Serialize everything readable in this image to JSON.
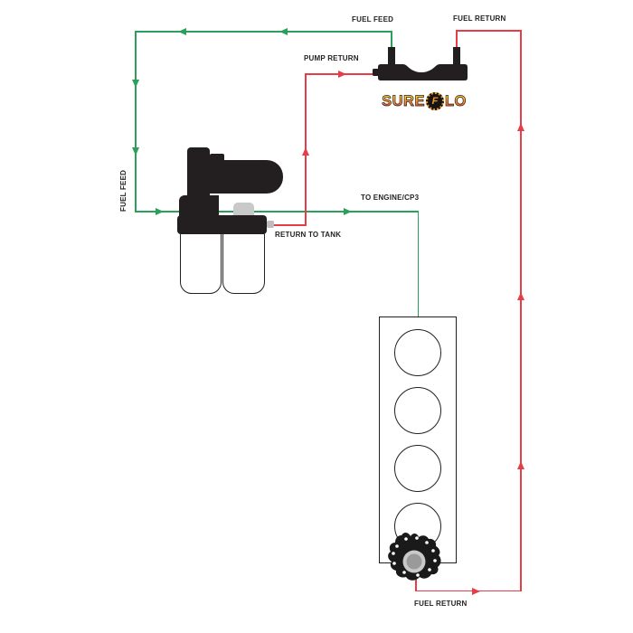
{
  "labels": {
    "fuel_feed_top": "FUEL FEED",
    "fuel_return_top": "FUEL RETURN",
    "pump_return": "PUMP RETURN",
    "to_engine_cp3": "TO ENGINE/CP3",
    "return_to_tank": "RETURN TO TANK",
    "fuel_feed_left": "FUEL FEED",
    "fuel_return_bottom": "FUEL RETURN"
  },
  "logo": {
    "word_start": "SURE",
    "badge_letter": "F",
    "word_end": "LO"
  },
  "colors": {
    "feed_line_green": "#2BA05C",
    "return_line_red": "#E63E47",
    "component_black": "#231F20",
    "logo_gradient_top": "#FFC93C",
    "logo_gradient_bottom": "#E8402D",
    "logo_badge_ring_orange": "#F7941D"
  },
  "components": {
    "lift_pump": "lift-pump-filter-assembly",
    "fuel_sump": "sureflo-fuel-sump",
    "engine": "engine-block-4-cylinder",
    "injection_pump": "cp3-injection-pump"
  }
}
